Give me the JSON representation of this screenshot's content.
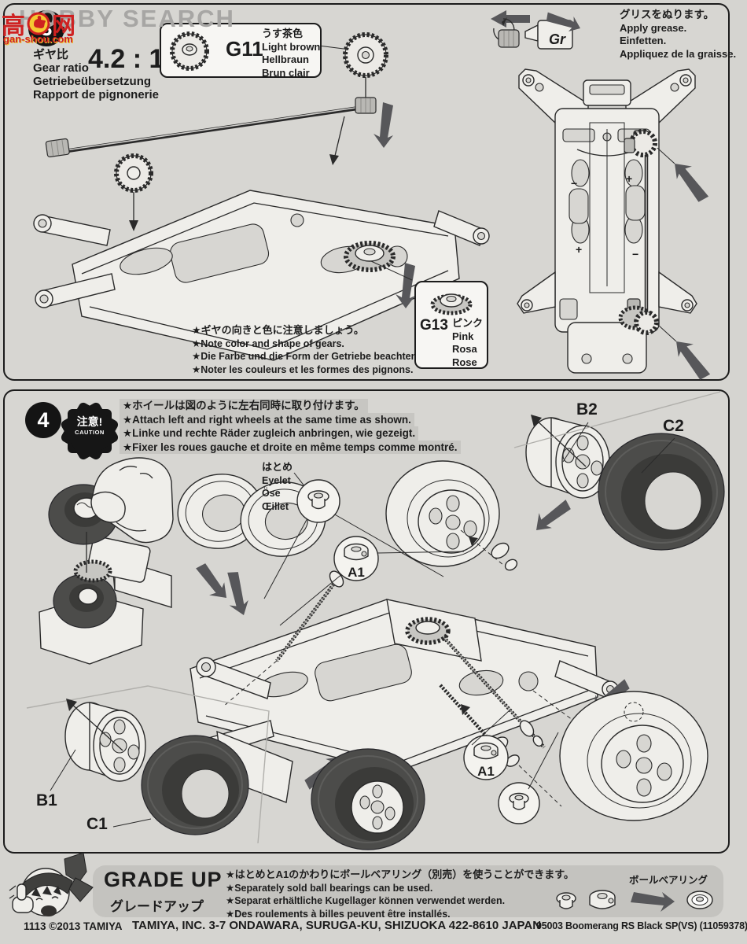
{
  "watermark": {
    "brand": "HOBBY SEARCH",
    "logo_left": "高",
    "logo_right": "网",
    "logo_sub": "gan-shou.com"
  },
  "step3": {
    "number": "3",
    "gear_ratio": {
      "labels": [
        "ギヤ比",
        "Gear ratio",
        "Getriebeübersetzung",
        "Rapport de pignonerie"
      ],
      "value": "4.2 : 1"
    },
    "g11_box": {
      "code": "G11",
      "color_lines": [
        "うす茶色",
        "Light brown",
        "Hellbraun",
        "Brun clair"
      ]
    },
    "g13_box": {
      "code": "G13",
      "color_lines": [
        "ピンク",
        "Pink",
        "Rosa",
        "Rose"
      ]
    },
    "grease_note": [
      "グリスをぬります。",
      "Apply grease.",
      "Einfetten.",
      "Appliquez de la graisse."
    ],
    "grease_tube_label": "Gr",
    "gear_notes": [
      "★ギヤの向きと色に注意しましょう。",
      "★Note color and shape of gears.",
      "★Die Farbe und die Form der Getriebe beachten.",
      "★Noter les couleurs et les formes des pignons."
    ],
    "battery_marks": [
      "−",
      "+",
      "+",
      "−"
    ]
  },
  "step4": {
    "number": "4",
    "caution_badge": {
      "jp": "注意!",
      "en": "CAUTION"
    },
    "wheel_notes": [
      "★ホイールは図のように左右同時に取り付けます。",
      "★Attach left and right wheels at the same time as shown.",
      "★Linke und rechte Räder zugleich anbringen, wie gezeigt.",
      "★Fixer les roues gauche et droite en même temps comme montré."
    ],
    "eyelet_label": [
      "はとめ",
      "Eyelet",
      "Öse",
      "Œillet"
    ],
    "part_labels": {
      "a1": "A1",
      "b1": "B1",
      "b2": "B2",
      "c1": "C1",
      "c2": "C2"
    }
  },
  "grade_up": {
    "title": "GRADE UP",
    "subtitle": "グレードアップ",
    "notes": [
      "★はとめとA1のかわりにボールベアリング（別売）を使うことができます。",
      "★Separately sold ball bearings can be used.",
      "★Separat erhältliche Kugellager können verwendet werden.",
      "★Des roulements à billes peuvent être installés."
    ],
    "bearing_label": "ボールベアリング"
  },
  "footer": {
    "left": "1113 ©2013 TAMIYA",
    "center": "TAMIYA, INC.  3-7 ONDAWARA, SURUGA-KU, SHIZUOKA 422-8610 JAPAN",
    "right": "95003 Boomerang RS Black SP(VS) (11059378)"
  }
}
